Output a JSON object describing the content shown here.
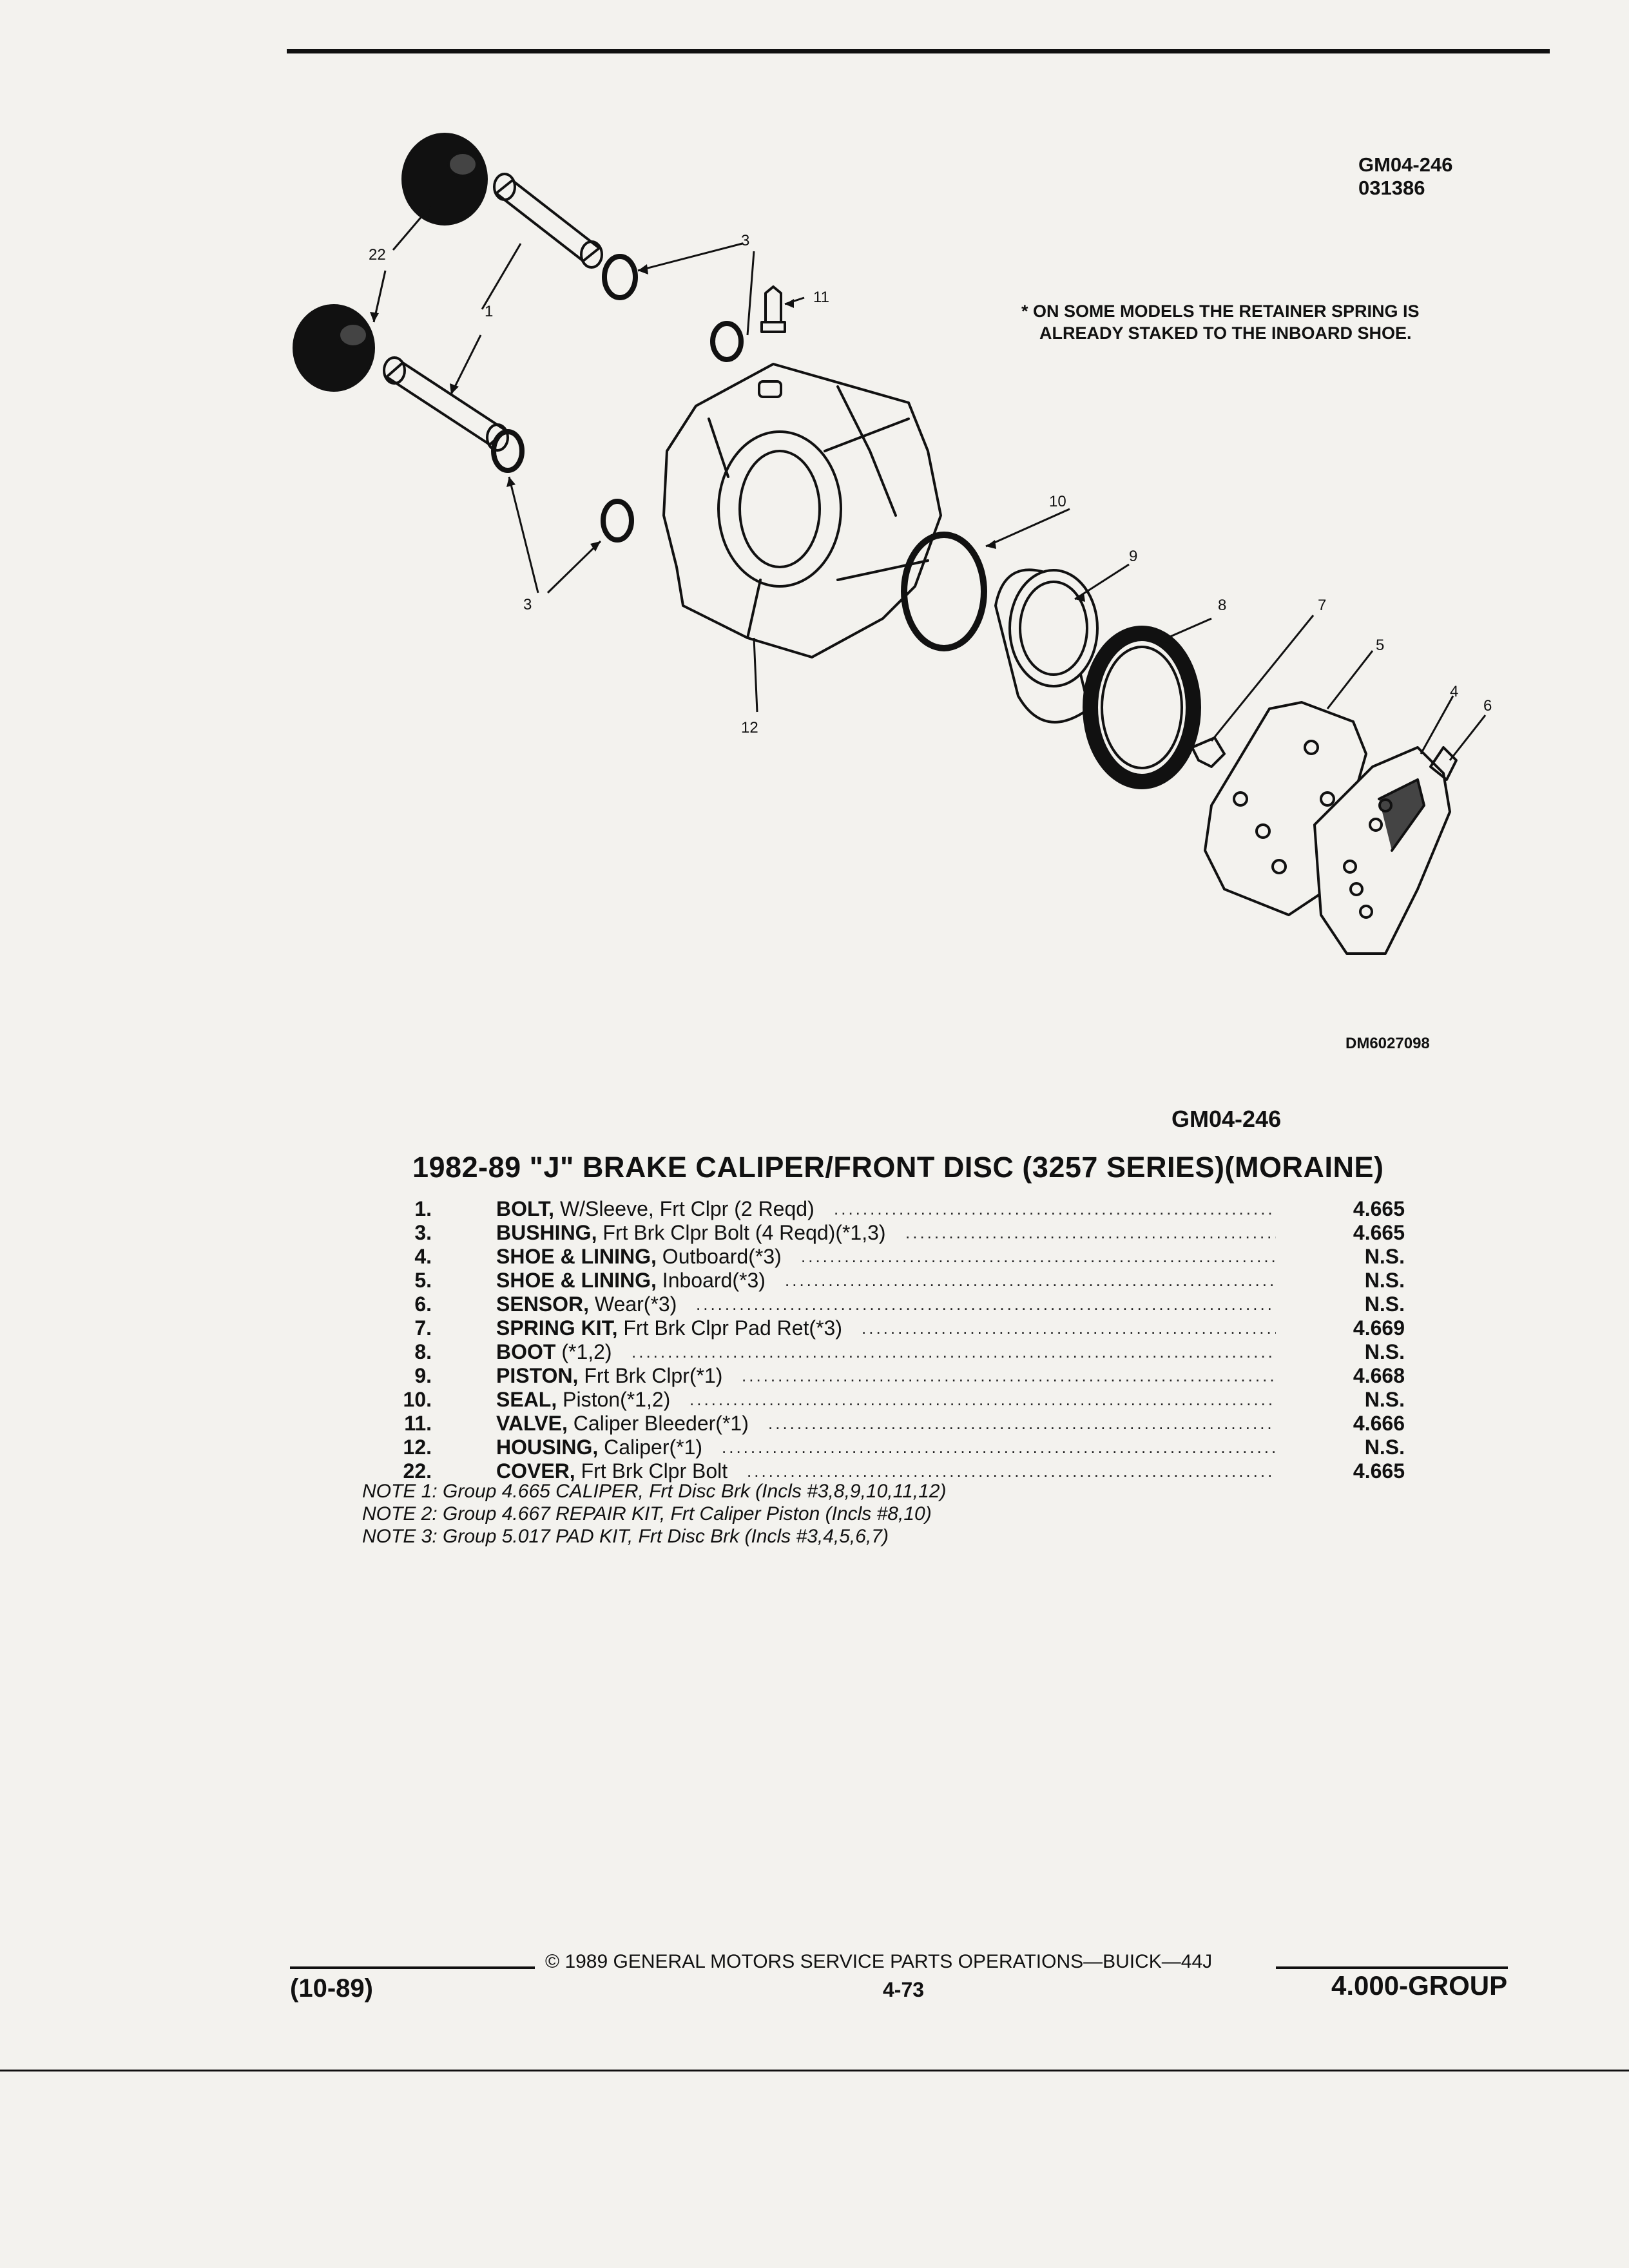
{
  "header": {
    "drawing_id": "GM04-246",
    "drawing_date": "031386",
    "retainer_note": [
      "* ON SOME MODELS THE RETAINER SPRING IS",
      "ALREADY STAKED TO THE INBOARD SHOE."
    ],
    "dm_number": "DM6027098"
  },
  "callouts": {
    "c22": "22",
    "c1": "1",
    "c3a": "3",
    "c3b": "3",
    "c11": "11",
    "c10": "10",
    "c9": "9",
    "c8": "8",
    "c7": "7",
    "c5": "5",
    "c4": "4",
    "c6": "6",
    "c12": "12"
  },
  "section": {
    "group_code": "GM04-246",
    "title": "1982-89 \"J\" BRAKE CALIPER/FRONT DISC (3257 SERIES)(MORAINE)"
  },
  "parts": [
    {
      "num": "1.",
      "name": "BOLT,",
      "desc": "W/Sleeve, Frt Clpr (2 Reqd)",
      "group": "4.665"
    },
    {
      "num": "3.",
      "name": "BUSHING,",
      "desc": "Frt Brk Clpr Bolt (4 Reqd)(*1,3)",
      "group": "4.665"
    },
    {
      "num": "4.",
      "name": "SHOE & LINING,",
      "desc": "Outboard(*3)",
      "group": "N.S."
    },
    {
      "num": "5.",
      "name": "SHOE & LINING,",
      "desc": "Inboard(*3)",
      "group": "N.S."
    },
    {
      "num": "6.",
      "name": "SENSOR,",
      "desc": "Wear(*3)",
      "group": "N.S."
    },
    {
      "num": "7.",
      "name": "SPRING KIT,",
      "desc": "Frt Brk Clpr Pad Ret(*3)",
      "group": "4.669"
    },
    {
      "num": "8.",
      "name": "BOOT",
      "desc": "(*1,2)",
      "group": "N.S."
    },
    {
      "num": "9.",
      "name": "PISTON,",
      "desc": "Frt Brk Clpr(*1)",
      "group": "4.668"
    },
    {
      "num": "10.",
      "name": "SEAL,",
      "desc": "Piston(*1,2)",
      "group": "N.S."
    },
    {
      "num": "11.",
      "name": "VALVE,",
      "desc": "Caliper Bleeder(*1)",
      "group": "4.666"
    },
    {
      "num": "12.",
      "name": "HOUSING,",
      "desc": "Caliper(*1)",
      "group": "N.S."
    },
    {
      "num": "22.",
      "name": "COVER,",
      "desc": "Frt Brk Clpr Bolt",
      "group": "4.665"
    }
  ],
  "notes": [
    "NOTE 1: Group 4.665 CALIPER, Frt Disc Brk (Incls #3,8,9,10,11,12)",
    "NOTE 2: Group 4.667 REPAIR KIT, Frt Caliper Piston (Incls #8,10)",
    "NOTE 3: Group 5.017 PAD KIT, Frt Disc Brk (Incls #3,4,5,6,7)"
  ],
  "footer": {
    "copyright": "© 1989 GENERAL MOTORS SERVICE PARTS OPERATIONS—BUICK—44J",
    "date_code": "(10-89)",
    "page": "4-73",
    "group": "4.000-GROUP"
  }
}
